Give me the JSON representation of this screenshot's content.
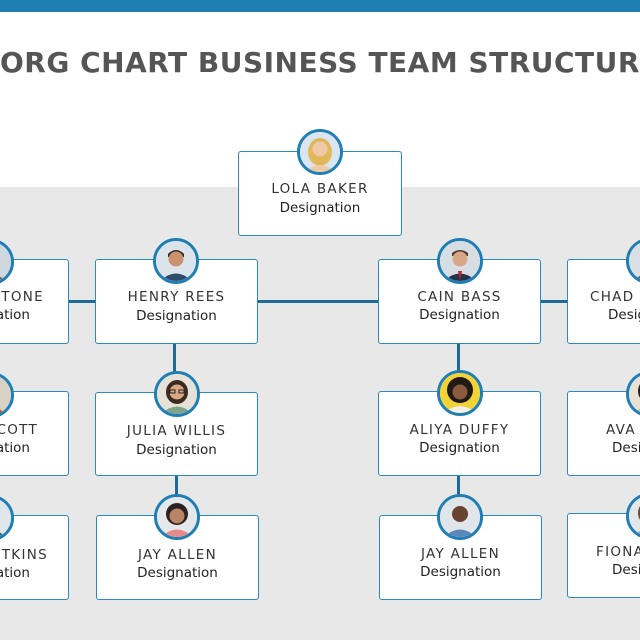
{
  "title": "ORG CHART BUSINESS TEAM STRUCTURE",
  "colors": {
    "accent": "#1f7fb5",
    "connector": "#1f6b95",
    "panel": "#e8e8e8"
  },
  "nodes": {
    "root": {
      "name": "LOLA BAKER",
      "designation": "Designation",
      "icon": "woman-blonde-avatar-icon"
    },
    "far_left_1": {
      "name": "TONE",
      "designation": "ation",
      "icon": "person-avatar-icon"
    },
    "far_left_2": {
      "name": "COTT",
      "designation": "ation",
      "icon": "person-avatar-icon"
    },
    "far_left_3": {
      "name": "TKINS",
      "designation": "ation",
      "icon": "person-avatar-icon"
    },
    "henry": {
      "name": "HENRY REES",
      "designation": "Designation",
      "icon": "man-avatar-icon"
    },
    "julia": {
      "name": "JULIA WILLIS",
      "designation": "Designation",
      "icon": "woman-glasses-avatar-icon"
    },
    "jay_left": {
      "name": "JAY ALLEN",
      "designation": "Designation",
      "icon": "woman-smiling-avatar-icon"
    },
    "cain": {
      "name": "CAIN BASS",
      "designation": "Designation",
      "icon": "man-suit-avatar-icon"
    },
    "aliya": {
      "name": "ALIYA DUFFY",
      "designation": "Designation",
      "icon": "woman-yellow-avatar-icon"
    },
    "jay_right": {
      "name": "JAY ALLEN",
      "designation": "Designation",
      "icon": "man-smiling-avatar-icon"
    },
    "chad": {
      "name": "CHAD",
      "designation": "Desig",
      "icon": "man-avatar-icon"
    },
    "ava": {
      "name": "AVA",
      "designation": "Desi",
      "icon": "woman-avatar-icon"
    },
    "fiona": {
      "name": "FIONA",
      "designation": "Desi",
      "icon": "woman-avatar-icon"
    }
  }
}
